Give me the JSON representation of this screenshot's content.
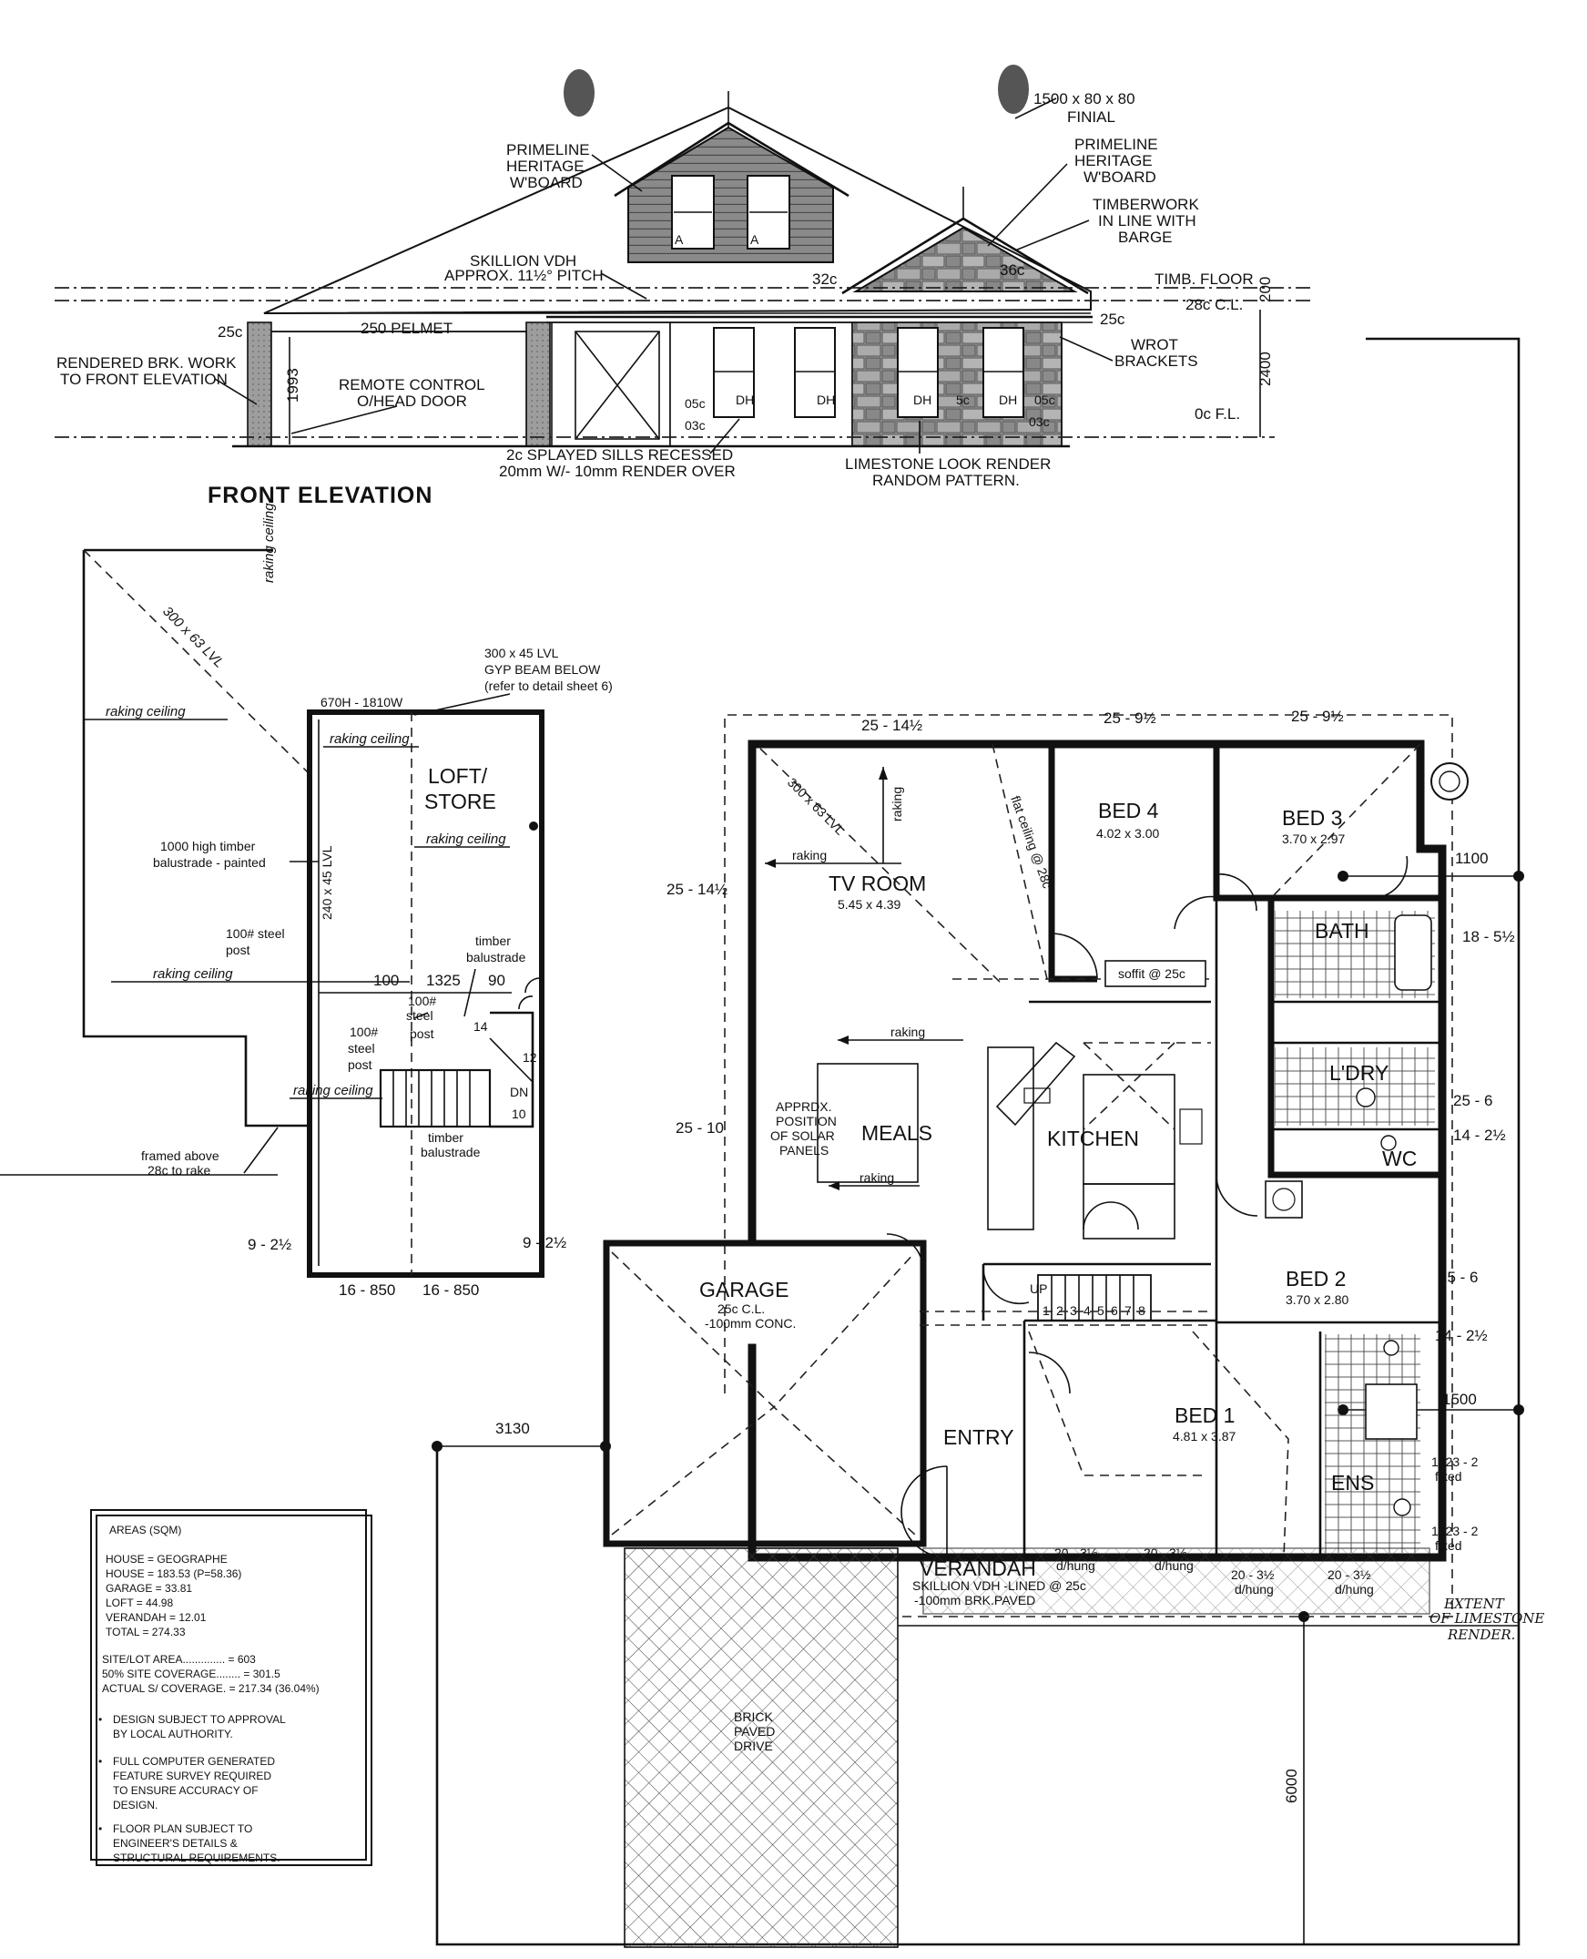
{
  "elevation": {
    "title": "FRONT ELEVATION",
    "callouts": {
      "finial": [
        "1500 x 80 x 80",
        "FINIAL"
      ],
      "weatherboard_right": [
        "PRIMELINE",
        "HERITAGE",
        "W'BOARD"
      ],
      "weatherboard_left": [
        "PRIMELINE",
        "HERITAGE",
        "W'BOARD"
      ],
      "timberwork": [
        "TIMBERWORK",
        "IN LINE WITH",
        "BARGE"
      ],
      "skillion": [
        "SKILLION VDH",
        "APPROX. 11½° PITCH"
      ],
      "rendered_brick": [
        "RENDERED BRK. WORK",
        "TO FRONT ELEVATION"
      ],
      "door": [
        "REMOTE CONTROL",
        "O/HEAD DOOR"
      ],
      "sills": [
        "2c SPLAYED SILLS RECESSED",
        "20mm W/- 10mm RENDER OVER"
      ],
      "limestone": [
        "LIMESTONE LOOK RENDER",
        "RANDOM PATTERN."
      ],
      "brackets": [
        "WROT",
        "BRACKETS"
      ]
    },
    "levels": {
      "timber_floor": "TIMB. FLOOR",
      "ceiling": "28c C.L.",
      "floor": "0c F.L.",
      "c25_left": "25c",
      "c25_right": "25c",
      "c32": "32c",
      "c36": "36c",
      "pelmet": "250 PELMET",
      "door_height": "1993",
      "wall_height": "2400",
      "gable_gap": "200",
      "c05_a": "05c",
      "c03_a": "03c",
      "c5": "5c",
      "c05_b": "05c",
      "c03_b": "03c"
    },
    "window_codes": [
      "A",
      "A",
      "DH",
      "DH",
      "DH",
      "DH"
    ]
  },
  "loft": {
    "title_line1": "LOFT/",
    "title_line2": "STORE",
    "beam_lvl": "300 x 63 LVL",
    "beam_gyp": [
      "300 x 45 LVL",
      "GYP BEAM BELOW",
      "(refer to detail sheet 6)"
    ],
    "window": "670H - 1810W",
    "raking_ceiling": "raking ceiling",
    "balustrade_painted": [
      "1000 high timber",
      "balustrade - painted"
    ],
    "lvl_240": "240 x 45 LVL",
    "steel_post_1": [
      "100# steel",
      "post"
    ],
    "steel_post_2": [
      "100#",
      "steel",
      "post"
    ],
    "steel_post_3": [
      "100#",
      "steel",
      "post"
    ],
    "timber_balustrade_1": [
      "timber",
      "balustrade"
    ],
    "timber_balustrade_2": [
      "timber",
      "balustrade"
    ],
    "dim_100": "100",
    "dim_1325": "1325",
    "dim_90": "90",
    "stair_14": "14",
    "stair_12": "12",
    "stair_dn": "DN",
    "stair_10": "10",
    "framed_above": [
      "framed above",
      "28c to rake"
    ],
    "win_left": "9 - 2½",
    "win_right": "9 - 2½",
    "bottom_dims": [
      "16 - 850",
      "16 - 850"
    ]
  },
  "plan": {
    "rooms": {
      "tv": {
        "name": "TV ROOM",
        "size": "5.45 x 4.39"
      },
      "bed4": {
        "name": "BED 4",
        "size": "4.02 x 3.00"
      },
      "bed3": {
        "name": "BED 3",
        "size": "3.70 x 2.97"
      },
      "bath": {
        "name": "BATH"
      },
      "ldry": {
        "name": "L'DRY"
      },
      "wc": {
        "name": "WC"
      },
      "kitchen": {
        "name": "KITCHEN"
      },
      "meals": {
        "name": "MEALS"
      },
      "bed2": {
        "name": "BED 2",
        "size": "3.70 x 2.80"
      },
      "bed1": {
        "name": "BED 1",
        "size": "4.81 x 3.87"
      },
      "ens": {
        "name": "ENS"
      },
      "entry": {
        "name": "ENTRY"
      },
      "garage": {
        "name": "GARAGE",
        "line2": "25c C.L.",
        "line3": "-100mm CONC."
      },
      "verandah": {
        "name": "VERANDAH",
        "line2": "SKILLION VDH -LINED @ 25c",
        "line3": "-100mm BRK.PAVED"
      },
      "drive": [
        "BRICK",
        "PAVED",
        "DRIVE"
      ]
    },
    "notes": {
      "raking": "raking",
      "flat_ceiling": "flat ceiling @ 28c",
      "soffit": "soffit @ 25c",
      "solar": [
        "APPRDX.",
        "POSITION",
        "OF SOLAR",
        "PANELS"
      ],
      "lvl_beam": "300 x 63 LVL",
      "up": "UP",
      "steps": [
        "1",
        "2",
        "3",
        "4",
        "5",
        "6",
        "7",
        "8"
      ]
    },
    "windows": {
      "w_top_tv": "25 - 14½",
      "w_top_bed4": "25 - 9½",
      "w_top_bed3": "25 - 9½",
      "w_left_tv": "25 - 14½",
      "w_left_meals": "25 - 10",
      "w_bath": "18 - 5½",
      "w_ldry": "25 - 6",
      "w_wc": "14 - 2½",
      "w_bed2": "25 - 6",
      "w_bed2b": "14 - 2½",
      "w_ens1": [
        "1323 - 2",
        "fixed"
      ],
      "w_ens2": [
        "1323 - 2",
        "fixed"
      ],
      "w_front1": [
        "20 - 3½",
        "d/hung"
      ],
      "w_front2": [
        "20 - 3½",
        "d/hung"
      ],
      "w_front3": [
        "20 - 3½",
        "d/hung"
      ],
      "w_front4": [
        "20 - 3½",
        "d/hung"
      ]
    },
    "setbacks": {
      "side_1100": "1100",
      "side_1500": "1500",
      "front_3130": "3130",
      "front_6000": "6000"
    },
    "handwritten": [
      "EXTENT",
      "OF LIMESTONE",
      "RENDER."
    ]
  },
  "areas": {
    "heading": "AREAS (SQM)",
    "lines": [
      "HOUSE    = GEOGRAPHE",
      "HOUSE    = 183.53  (P=58.36)",
      "GARAGE   =  33.81",
      "LOFT     =  44.98",
      "VERANDAH =  12.01",
      "TOTAL    = 274.33"
    ],
    "site_lines": [
      "SITE/LOT AREA.............. = 603",
      "50% SITE COVERAGE........ = 301.5",
      "ACTUAL S/ COVERAGE. = 217.34 (36.04%)"
    ],
    "bullets": [
      [
        "DESIGN SUBJECT TO APPROVAL",
        "BY LOCAL AUTHORITY."
      ],
      [
        "FULL COMPUTER GENERATED",
        "FEATURE SURVEY REQUIRED",
        "TO ENSURE ACCURACY OF",
        "DESIGN."
      ],
      [
        "FLOOR PLAN SUBJECT TO",
        "ENGINEER'S DETAILS &",
        "STRUCTURAL REQUIREMENTS."
      ]
    ]
  }
}
